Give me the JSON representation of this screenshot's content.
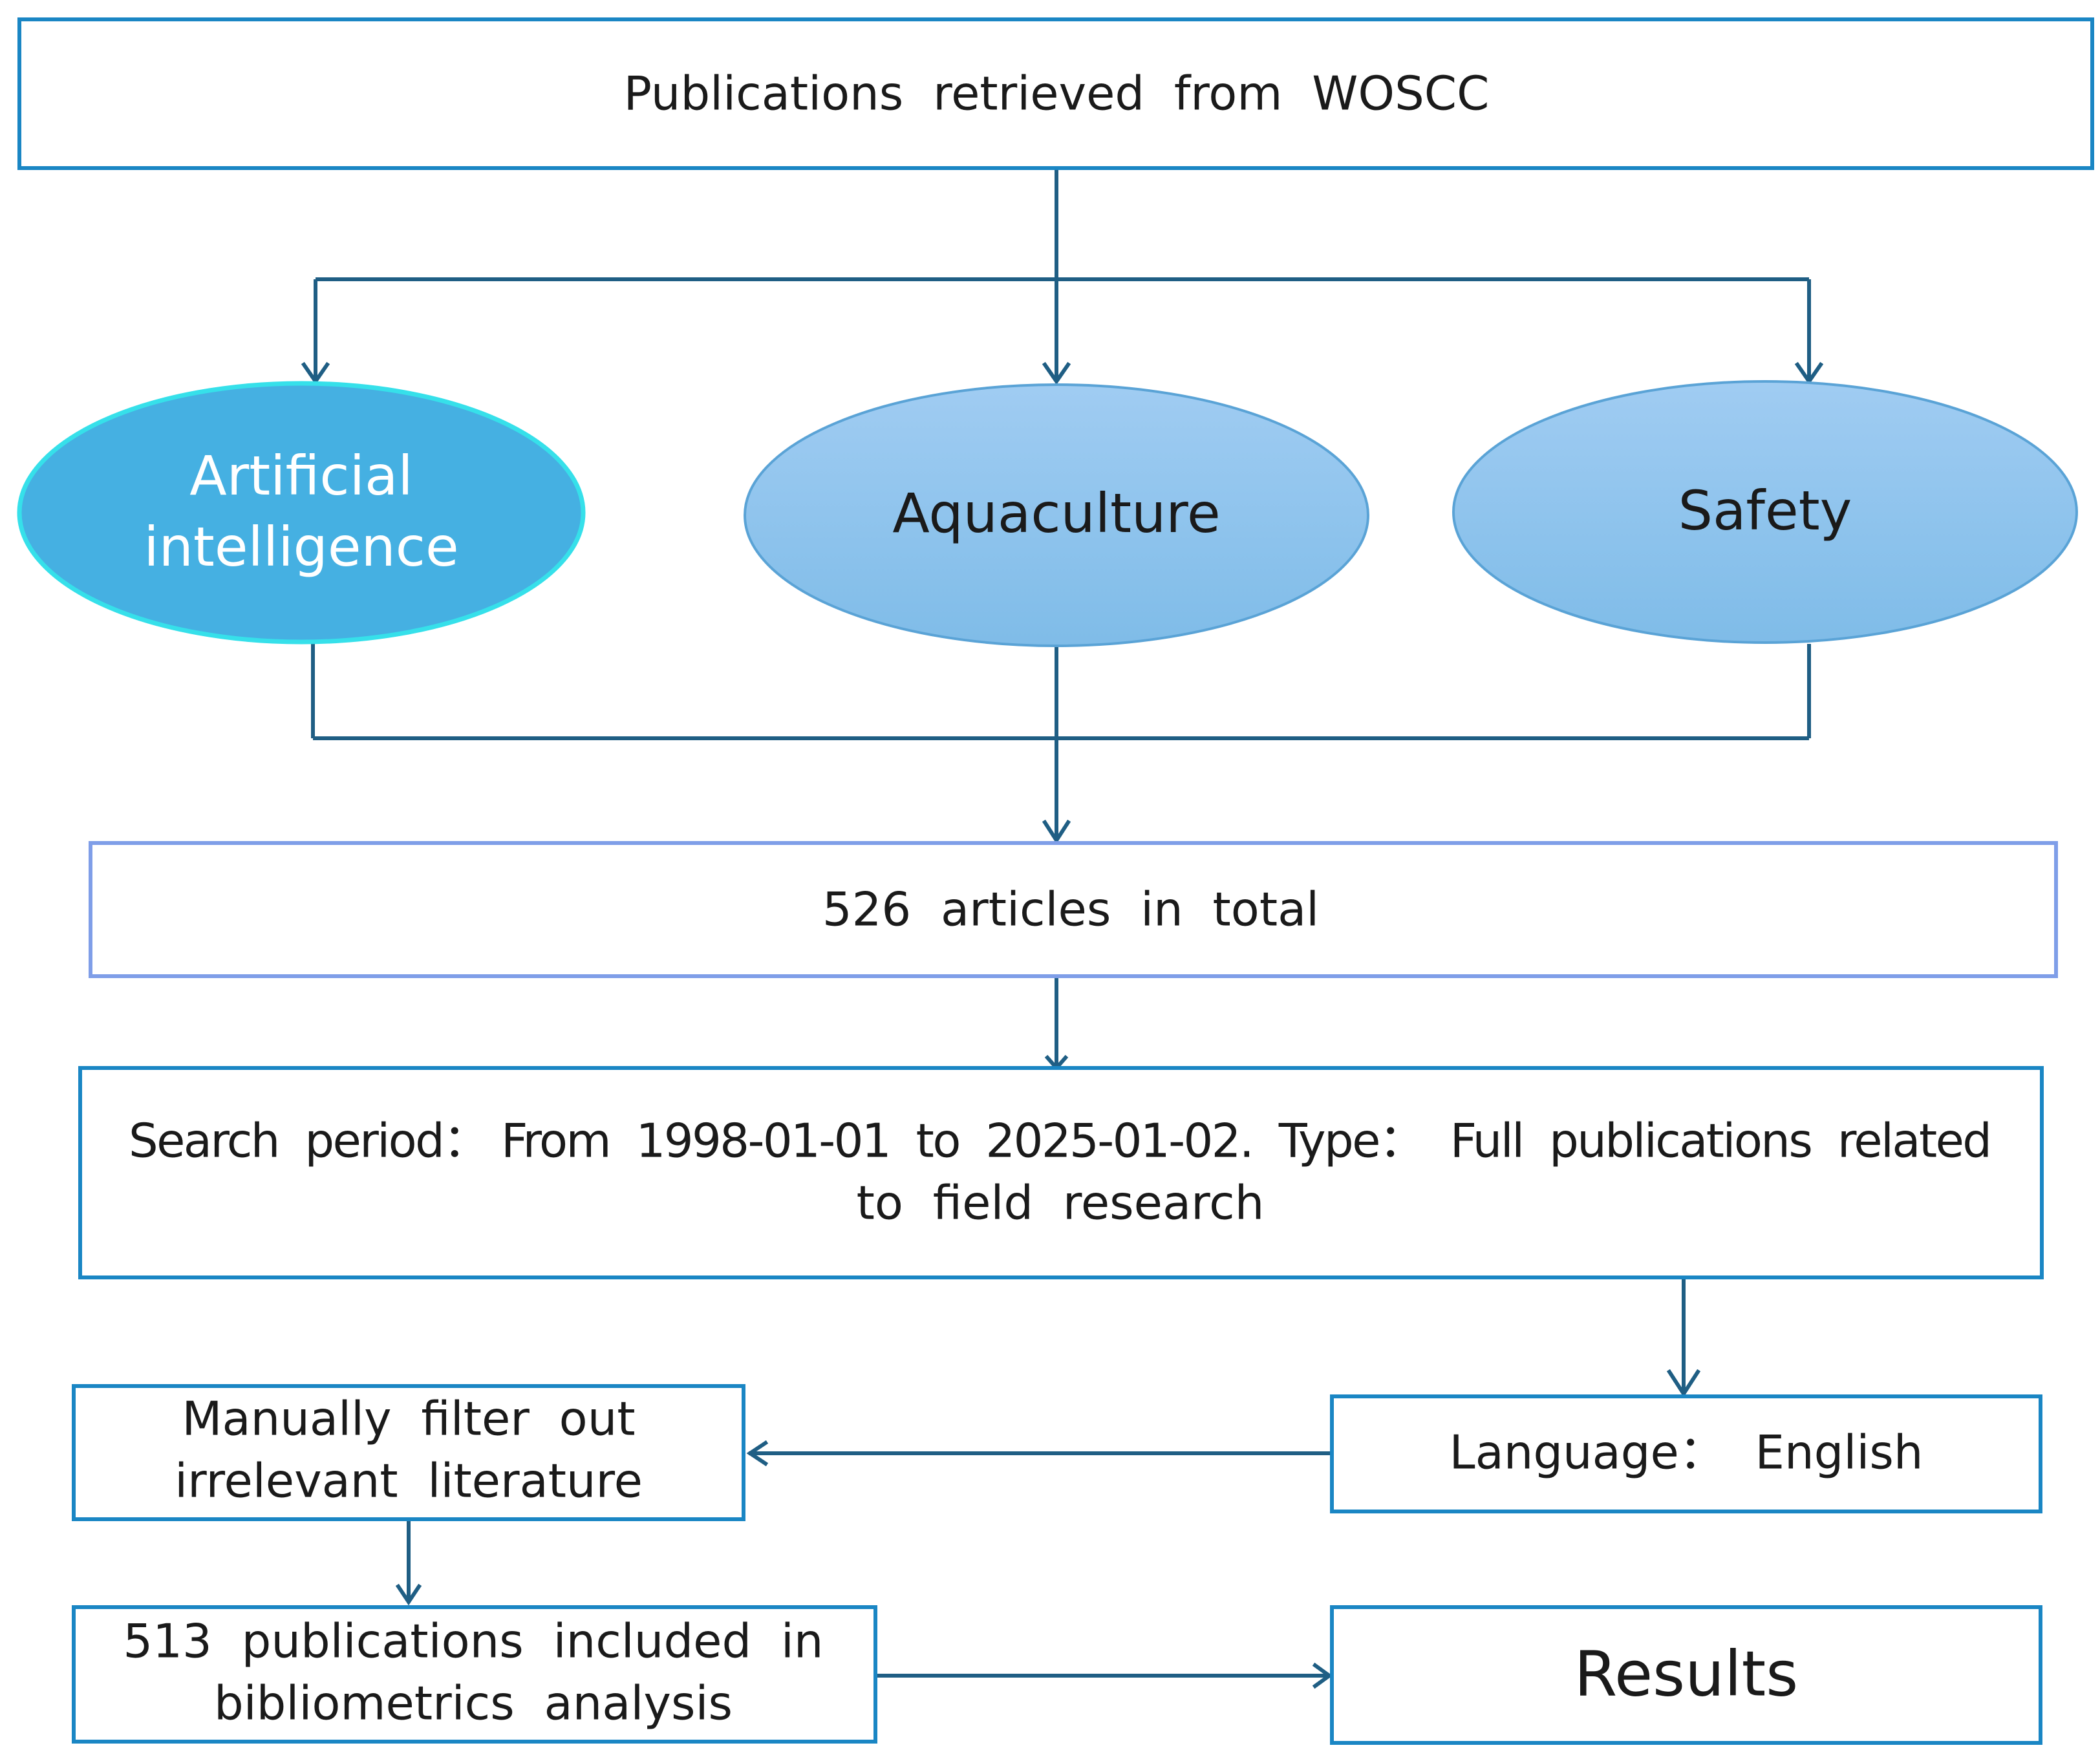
{
  "colors": {
    "line": "#1f5e84",
    "box_border": "#1a86c4",
    "total_box_border": "#7f9ee8",
    "ellipse_highlight_fill": "#45b0e2",
    "ellipse_highlight_border": "#36e0ea",
    "ellipse_fill_top": "#a0ccf2",
    "ellipse_fill_bottom": "#7fbce8",
    "ellipse_border": "#5aa3d6"
  },
  "source": {
    "label": "Publications  retrieved  from  WOSCC"
  },
  "topics": {
    "ai_line1": "Artificial",
    "ai_line2": "intelligence",
    "aquaculture": "Aquaculture",
    "safety": "Safety"
  },
  "total": {
    "label": "526  articles  in  total"
  },
  "criteria": {
    "line1": "Search  period： From  1998-01-01  to  2025-01-02.  Type：  Full  publications  related",
    "line2": "to  field  research"
  },
  "language": {
    "label": "Language：  English"
  },
  "filter": {
    "line1": "Manually  filter  out",
    "line2": "irrelevant  literature"
  },
  "included": {
    "line1": "513  publications  included  in",
    "line2": "bibliometrics  analysis"
  },
  "results": {
    "label": "Results"
  }
}
